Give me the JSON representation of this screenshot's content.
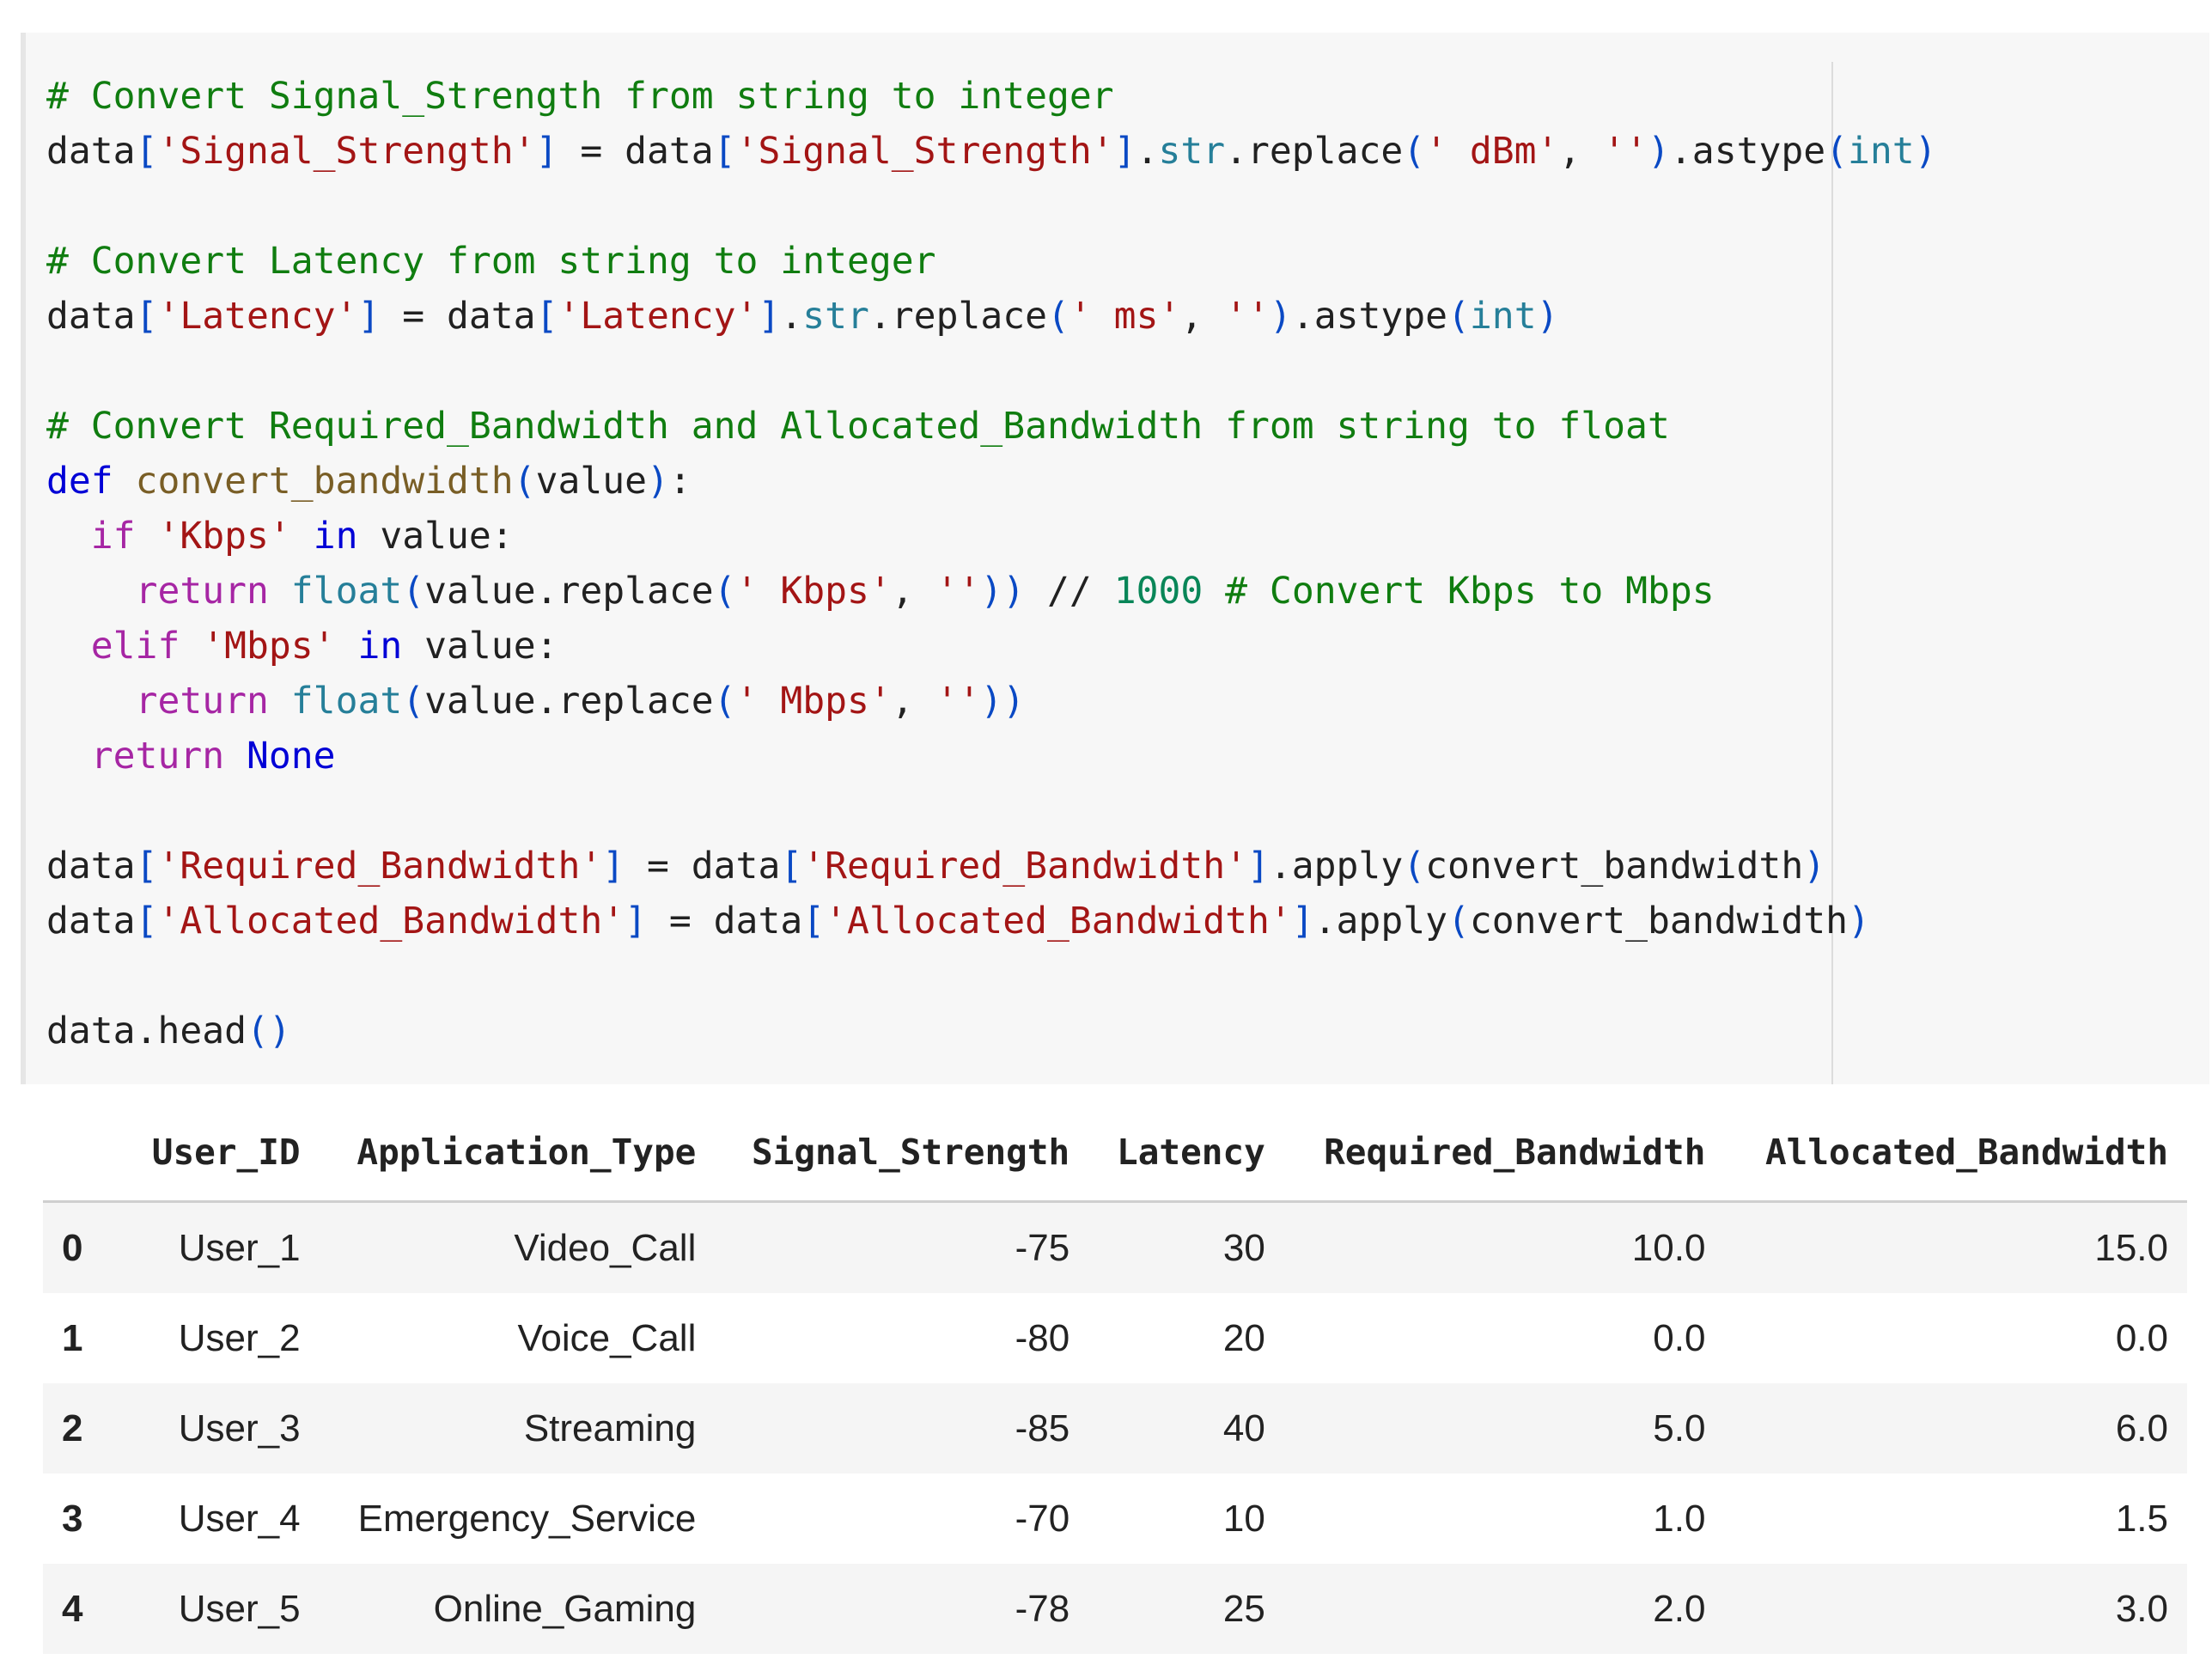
{
  "code_cell": {
    "lines": [
      [
        {
          "t": "# Convert Signal_Strength from string to integer",
          "c": "cm"
        }
      ],
      [
        {
          "t": "data",
          "c": ""
        },
        {
          "t": "[",
          "c": "pr"
        },
        {
          "t": "'Signal_Strength'",
          "c": "st"
        },
        {
          "t": "]",
          "c": "pr"
        },
        {
          "t": " = data",
          "c": ""
        },
        {
          "t": "[",
          "c": "pr"
        },
        {
          "t": "'Signal_Strength'",
          "c": "st"
        },
        {
          "t": "]",
          "c": "pr"
        },
        {
          "t": ".",
          "c": ""
        },
        {
          "t": "str",
          "c": "bi"
        },
        {
          "t": ".replace",
          "c": ""
        },
        {
          "t": "(",
          "c": "pr"
        },
        {
          "t": "' dBm'",
          "c": "st"
        },
        {
          "t": ", ",
          "c": ""
        },
        {
          "t": "''",
          "c": "st"
        },
        {
          "t": ")",
          "c": "pr"
        },
        {
          "t": ".astype",
          "c": ""
        },
        {
          "t": "(",
          "c": "pr"
        },
        {
          "t": "int",
          "c": "bi"
        },
        {
          "t": ")",
          "c": "pr"
        }
      ],
      [],
      [
        {
          "t": "# Convert Latency from string to integer",
          "c": "cm"
        }
      ],
      [
        {
          "t": "data",
          "c": ""
        },
        {
          "t": "[",
          "c": "pr"
        },
        {
          "t": "'Latency'",
          "c": "st"
        },
        {
          "t": "]",
          "c": "pr"
        },
        {
          "t": " = data",
          "c": ""
        },
        {
          "t": "[",
          "c": "pr"
        },
        {
          "t": "'Latency'",
          "c": "st"
        },
        {
          "t": "]",
          "c": "pr"
        },
        {
          "t": ".",
          "c": ""
        },
        {
          "t": "str",
          "c": "bi"
        },
        {
          "t": ".replace",
          "c": ""
        },
        {
          "t": "(",
          "c": "pr"
        },
        {
          "t": "' ms'",
          "c": "st"
        },
        {
          "t": ", ",
          "c": ""
        },
        {
          "t": "''",
          "c": "st"
        },
        {
          "t": ")",
          "c": "pr"
        },
        {
          "t": ".astype",
          "c": ""
        },
        {
          "t": "(",
          "c": "pr"
        },
        {
          "t": "int",
          "c": "bi"
        },
        {
          "t": ")",
          "c": "pr"
        }
      ],
      [],
      [
        {
          "t": "# Convert Required_Bandwidth and Allocated_Bandwidth from string to float",
          "c": "cm"
        }
      ],
      [
        {
          "t": "def",
          "c": "kw"
        },
        {
          "t": " ",
          "c": ""
        },
        {
          "t": "convert_bandwidth",
          "c": "fn"
        },
        {
          "t": "(",
          "c": "pr"
        },
        {
          "t": "value",
          "c": ""
        },
        {
          "t": ")",
          "c": "pr"
        },
        {
          "t": ":",
          "c": ""
        }
      ],
      [
        {
          "t": "  ",
          "c": ""
        },
        {
          "t": "if",
          "c": "kf"
        },
        {
          "t": " ",
          "c": ""
        },
        {
          "t": "'Kbps'",
          "c": "st"
        },
        {
          "t": " ",
          "c": ""
        },
        {
          "t": "in",
          "c": "kw"
        },
        {
          "t": " value:",
          "c": ""
        }
      ],
      [
        {
          "t": "    ",
          "c": ""
        },
        {
          "t": "return",
          "c": "kf"
        },
        {
          "t": " ",
          "c": ""
        },
        {
          "t": "float",
          "c": "bi"
        },
        {
          "t": "(",
          "c": "pr"
        },
        {
          "t": "value.replace",
          "c": ""
        },
        {
          "t": "(",
          "c": "pr"
        },
        {
          "t": "' Kbps'",
          "c": "st"
        },
        {
          "t": ", ",
          "c": ""
        },
        {
          "t": "''",
          "c": "st"
        },
        {
          "t": "))",
          "c": "pr"
        },
        {
          "t": " // ",
          "c": ""
        },
        {
          "t": "1000",
          "c": "nu"
        },
        {
          "t": " # Convert Kbps to Mbps",
          "c": "cm"
        }
      ],
      [
        {
          "t": "  ",
          "c": ""
        },
        {
          "t": "elif",
          "c": "kf"
        },
        {
          "t": " ",
          "c": ""
        },
        {
          "t": "'Mbps'",
          "c": "st"
        },
        {
          "t": " ",
          "c": ""
        },
        {
          "t": "in",
          "c": "kw"
        },
        {
          "t": " value:",
          "c": ""
        }
      ],
      [
        {
          "t": "    ",
          "c": ""
        },
        {
          "t": "return",
          "c": "kf"
        },
        {
          "t": " ",
          "c": ""
        },
        {
          "t": "float",
          "c": "bi"
        },
        {
          "t": "(",
          "c": "pr"
        },
        {
          "t": "value.replace",
          "c": ""
        },
        {
          "t": "(",
          "c": "pr"
        },
        {
          "t": "' Mbps'",
          "c": "st"
        },
        {
          "t": ", ",
          "c": ""
        },
        {
          "t": "''",
          "c": "st"
        },
        {
          "t": "))",
          "c": "pr"
        }
      ],
      [
        {
          "t": "  ",
          "c": ""
        },
        {
          "t": "return",
          "c": "kf"
        },
        {
          "t": " ",
          "c": ""
        },
        {
          "t": "None",
          "c": "kw"
        }
      ],
      [],
      [
        {
          "t": "data",
          "c": ""
        },
        {
          "t": "[",
          "c": "pr"
        },
        {
          "t": "'Required_Bandwidth'",
          "c": "st"
        },
        {
          "t": "]",
          "c": "pr"
        },
        {
          "t": " = data",
          "c": ""
        },
        {
          "t": "[",
          "c": "pr"
        },
        {
          "t": "'Required_Bandwidth'",
          "c": "st"
        },
        {
          "t": "]",
          "c": "pr"
        },
        {
          "t": ".apply",
          "c": ""
        },
        {
          "t": "(",
          "c": "pr"
        },
        {
          "t": "convert_bandwidth",
          "c": ""
        },
        {
          "t": ")",
          "c": "pr"
        }
      ],
      [
        {
          "t": "data",
          "c": ""
        },
        {
          "t": "[",
          "c": "pr"
        },
        {
          "t": "'Allocated_Bandwidth'",
          "c": "st"
        },
        {
          "t": "]",
          "c": "pr"
        },
        {
          "t": " = data",
          "c": ""
        },
        {
          "t": "[",
          "c": "pr"
        },
        {
          "t": "'Allocated_Bandwidth'",
          "c": "st"
        },
        {
          "t": "]",
          "c": "pr"
        },
        {
          "t": ".apply",
          "c": ""
        },
        {
          "t": "(",
          "c": "pr"
        },
        {
          "t": "convert_bandwidth",
          "c": ""
        },
        {
          "t": ")",
          "c": "pr"
        }
      ],
      [],
      [
        {
          "t": "data.head",
          "c": ""
        },
        {
          "t": "()",
          "c": "pr"
        }
      ]
    ]
  },
  "output_table": {
    "headers": [
      "",
      "User_ID",
      "Application_Type",
      "Signal_Strength",
      "Latency",
      "Required_Bandwidth",
      "Allocated_Bandwidth"
    ],
    "rows": [
      [
        "0",
        "User_1",
        "Video_Call",
        "-75",
        "30",
        "10.0",
        "15.0"
      ],
      [
        "1",
        "User_2",
        "Voice_Call",
        "-80",
        "20",
        "0.0",
        "0.0"
      ],
      [
        "2",
        "User_3",
        "Streaming",
        "-85",
        "40",
        "5.0",
        "6.0"
      ],
      [
        "3",
        "User_4",
        "Emergency_Service",
        "-70",
        "10",
        "1.0",
        "1.5"
      ],
      [
        "4",
        "User_5",
        "Online_Gaming",
        "-78",
        "25",
        "2.0",
        "3.0"
      ]
    ]
  },
  "colors": {
    "comment": "#107d10",
    "string": "#a31515",
    "keyword": "#0000d6",
    "control_keyword": "#a626a4",
    "function_name": "#795e26",
    "builtin": "#267f99",
    "bracket": "#0a49c4",
    "number": "#098658",
    "cell_background": "#f7f7f7"
  }
}
